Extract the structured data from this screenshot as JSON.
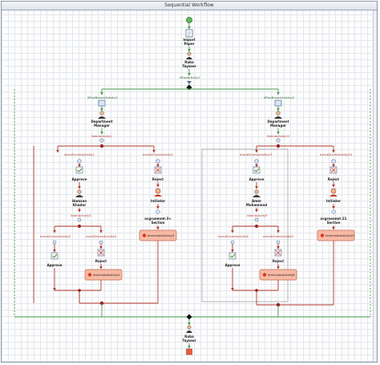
{
  "window": {
    "title": "Sequential Workflow"
  },
  "top": {
    "import_label": "Import\nPaper",
    "person_label": "Ruba\nTayseer",
    "ifelse_label": "ifElseActivity1"
  },
  "left_branch": {
    "branch_label": "ifElseBranchActivity1",
    "manager_label": "Department\nManager",
    "listen_label": "listenActivity1",
    "event_a_label": "eventDrivenActivity1",
    "event_b_label": "eventDrivenActivity2",
    "approve_label": "Approve",
    "reviewer_label": "Hamzan\nKhader",
    "reject_label": "Reject",
    "initiator_label": "Initiator",
    "screen_label": "ocgroemmt-3+\nSection",
    "terminate3_label": "terminateActivity3",
    "listen3_label": "listenActivity3",
    "event5_label": "eventDrivenActivity5",
    "event6_label": "eventDrivenActivity6",
    "approve2_label": "Approve",
    "reject2_label": "Reject",
    "terminate2_label": "terminateActivity2"
  },
  "right_branch": {
    "branch_label": "ifElseBranchActivity2",
    "manager_label": "Department\nManager",
    "listen_label": "listenActivity10",
    "event_a_label": "eventDrivenActivity19",
    "event_b_label": "eventDrivenActivity20",
    "approve_label": "Approve",
    "reviewer_label": "Amer\nMohammad",
    "reject_label": "Reject",
    "initiator_label": "Initiator",
    "screen_label": "ocgroemmt-21\nSection",
    "terminate10_label": "terminateActivity10",
    "listen9_label": "listenActivity9",
    "event8_label": "eventDrivenActivity8",
    "event9_label": "eventDrivenActivity9",
    "approve2_label": "Approve",
    "reject2_label": "Reject",
    "terminate8_label": "terminateActivity8"
  },
  "bottom": {
    "person_label": "Ruba\nTayseer"
  },
  "colors": {
    "sequence": "#4aa04a",
    "listen": "#b03a2e",
    "terminate_fill": "#f7b9a3",
    "grid": "#e4e7ec"
  }
}
